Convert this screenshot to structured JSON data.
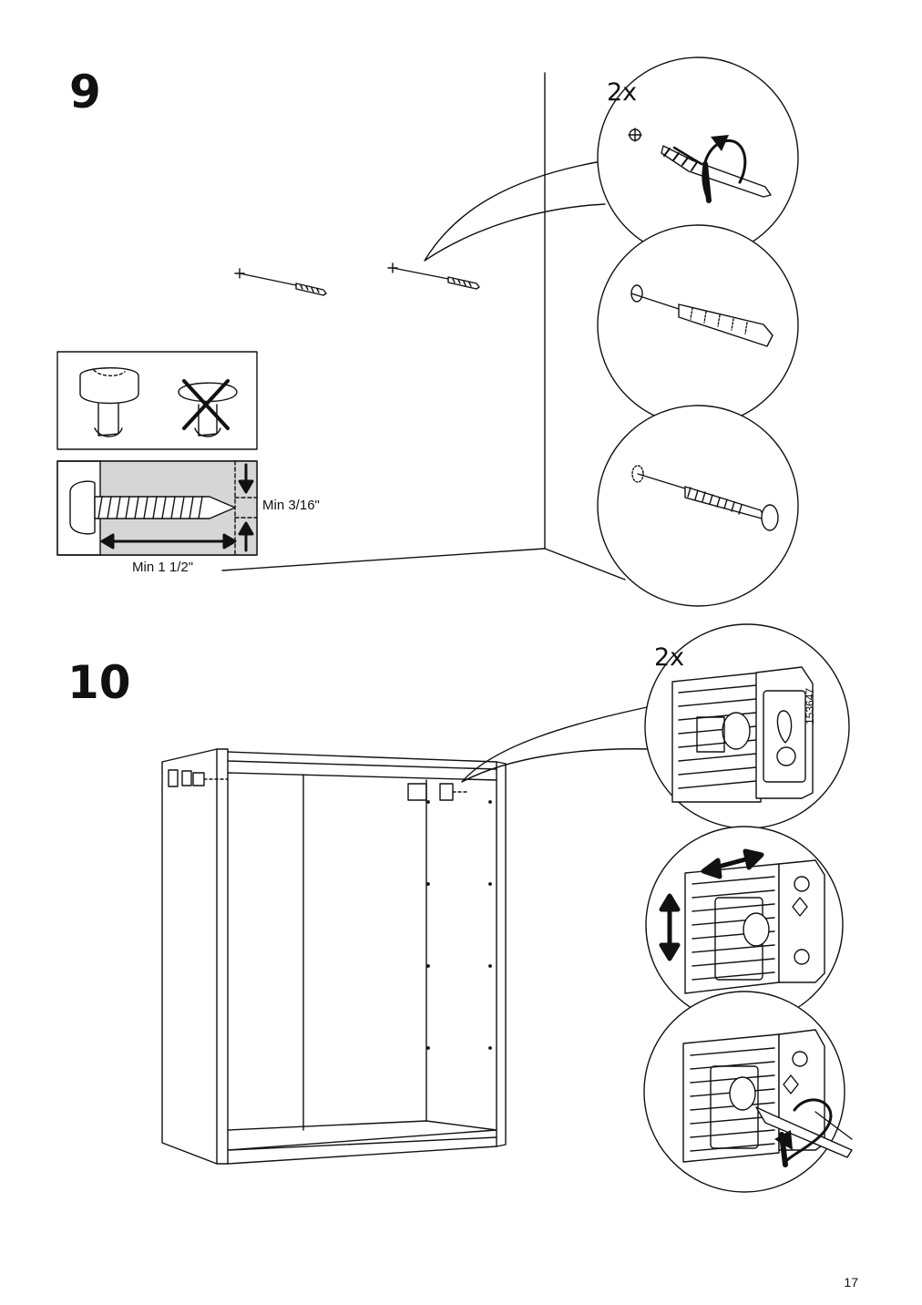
{
  "steps": [
    {
      "number": "9",
      "quantity": "2x",
      "min_depth_label": "Min 3/16\"",
      "min_length_label": "Min 1 1/2\""
    },
    {
      "number": "10",
      "quantity": "2x",
      "part_number": "153647"
    }
  ],
  "page_number": "17",
  "icons": [
    "drill-bit-icon",
    "wall-plug-icon",
    "screw-icon",
    "screw-head-icon",
    "cross-out-icon",
    "double-arrow-icon",
    "rotate-arrow-icon",
    "screwdriver-icon",
    "wall-bracket-icon",
    "cabinet-frame-icon"
  ]
}
